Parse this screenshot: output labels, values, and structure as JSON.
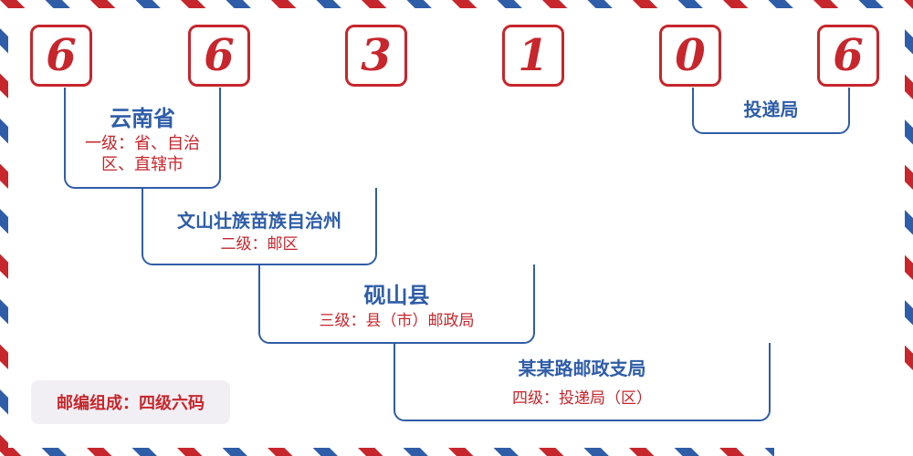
{
  "digits": [
    "6",
    "6",
    "3",
    "1",
    "0",
    "6"
  ],
  "levels": {
    "province": {
      "title": "云南省",
      "desc": "一级：省、自治区、直辖市"
    },
    "prefecture": {
      "title": "文山壮族苗族自治州",
      "desc": "二级：邮区"
    },
    "county": {
      "title": "砚山县",
      "desc": "三级：县（市）邮政局"
    },
    "branch": {
      "title": "某某路邮政支局",
      "desc": "四级：投递局（区）"
    },
    "delivery": {
      "title": "投递局"
    }
  },
  "composition": "邮编组成：四级六码",
  "colors": {
    "red": "#c6262c",
    "blue": "#2f5da8",
    "badge_bg": "#f1eff4"
  }
}
